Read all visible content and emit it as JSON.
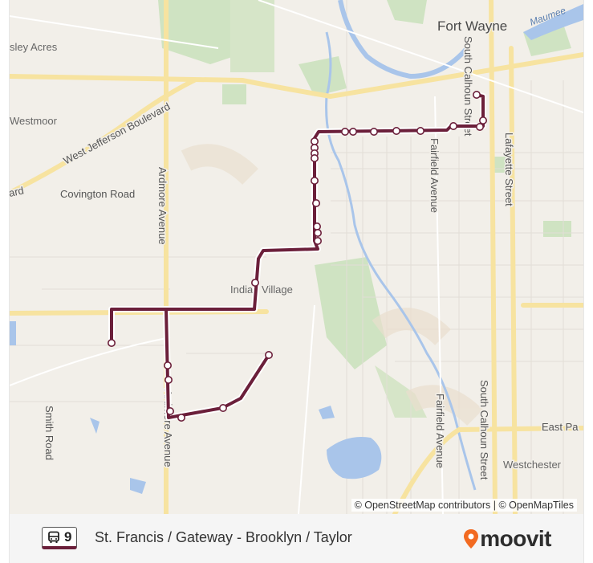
{
  "map": {
    "city": "Fort Wayne",
    "river": "Maumee",
    "places": [
      "sley Acres",
      "Westmoor",
      "Indian Village",
      "Westchester"
    ],
    "roads": {
      "west_jefferson": "West Jefferson Boulevard",
      "covington": "Covington Road",
      "ardmore_top": "Ardmore Avenue",
      "ardmore_bottom": "Ardmore Avenue",
      "south_calhoun_top": "South Calhoun Street",
      "south_calhoun_bottom": "South Calhoun Street",
      "lafayette": "Lafayette Street",
      "fairfield_top": "Fairfield Avenue",
      "fairfield_bottom": "Fairfield Avenue",
      "smith": "Smith Road",
      "east_pa": "East Pa",
      "jefferson_fragment": "ard"
    },
    "attribution": "© OpenStreetMap contributors | © OpenMapTiles",
    "route_color": "#6b1f3a"
  },
  "footer": {
    "route_number": "9",
    "route_name": "St. Francis / Gateway - Brooklyn / Taylor",
    "brand": "moovit",
    "brand_color": "#f26a21",
    "bus_icon": "bus-icon"
  }
}
